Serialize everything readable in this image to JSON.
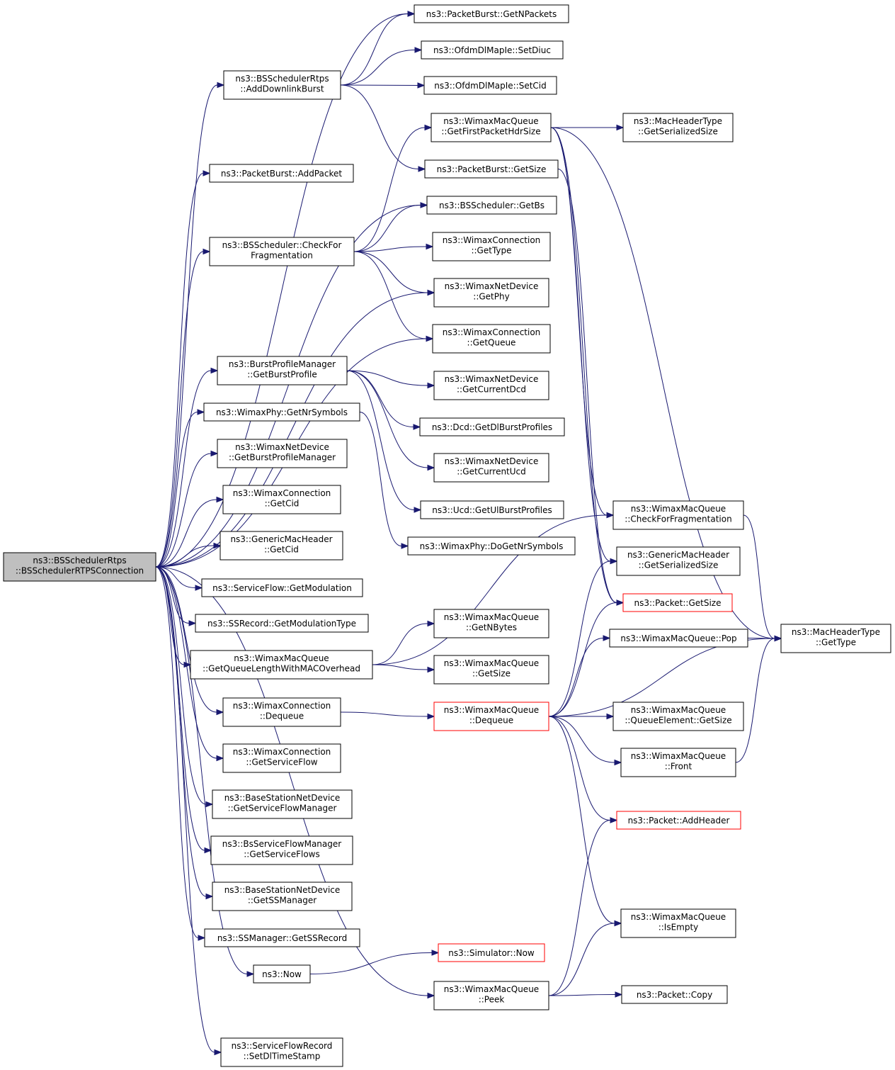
{
  "nodes": [
    {
      "id": "root",
      "lines": [
        "ns3::BSSchedulerRtps",
        "::BSSchedulerRTPSConnection"
      ],
      "root": true
    },
    {
      "id": "pb_getnpackets",
      "lines": [
        "ns3::PacketBurst::GetNPackets"
      ]
    },
    {
      "id": "rtps_adddownlinkburst",
      "lines": [
        "ns3::BSSchedulerRtps",
        "::AddDownlinkBurst"
      ]
    },
    {
      "id": "ofdm_setdiuc",
      "lines": [
        "ns3::OfdmDlMapIe::SetDiuc"
      ]
    },
    {
      "id": "ofdm_setcid",
      "lines": [
        "ns3::OfdmDlMapIe::SetCid"
      ]
    },
    {
      "id": "wmq_getfirstpackethdrsize",
      "lines": [
        "ns3::WimaxMacQueue",
        "::GetFirstPacketHdrSize"
      ]
    },
    {
      "id": "mht_getserializedsize",
      "lines": [
        "ns3::MacHeaderType",
        "::GetSerializedSize"
      ]
    },
    {
      "id": "pb_addpacket",
      "lines": [
        "ns3::PacketBurst::AddPacket"
      ]
    },
    {
      "id": "pb_getsize",
      "lines": [
        "ns3::PacketBurst::GetSize"
      ]
    },
    {
      "id": "bss_getbs",
      "lines": [
        "ns3::BSScheduler::GetBs"
      ]
    },
    {
      "id": "bss_checkforfragmentation",
      "lines": [
        "ns3::BSScheduler::CheckFor",
        "Fragmentation"
      ]
    },
    {
      "id": "wc_gettype",
      "lines": [
        "ns3::WimaxConnection",
        "::GetType"
      ]
    },
    {
      "id": "wnd_getphy",
      "lines": [
        "ns3::WimaxNetDevice",
        "::GetPhy"
      ]
    },
    {
      "id": "wc_getqueue",
      "lines": [
        "ns3::WimaxConnection",
        "::GetQueue"
      ]
    },
    {
      "id": "bpm_getburstprofile",
      "lines": [
        "ns3::BurstProfileManager",
        "::GetBurstProfile"
      ]
    },
    {
      "id": "wnd_getcurrentdcd",
      "lines": [
        "ns3::WimaxNetDevice",
        "::GetCurrentDcd"
      ]
    },
    {
      "id": "wphy_getnrsymbols",
      "lines": [
        "ns3::WimaxPhy::GetNrSymbols"
      ]
    },
    {
      "id": "dcd_getdlburstprofiles",
      "lines": [
        "ns3::Dcd::GetDlBurstProfiles"
      ]
    },
    {
      "id": "wnd_getburstprofilemanager",
      "lines": [
        "ns3::WimaxNetDevice",
        "::GetBurstProfileManager"
      ]
    },
    {
      "id": "wnd_getcurrentucd",
      "lines": [
        "ns3::WimaxNetDevice",
        "::GetCurrentUcd"
      ]
    },
    {
      "id": "wc_getcid",
      "lines": [
        "ns3::WimaxConnection",
        "::GetCid"
      ]
    },
    {
      "id": "ucd_getulburstprofiles",
      "lines": [
        "ns3::Ucd::GetUlBurstProfiles"
      ]
    },
    {
      "id": "wmq_checkforfragmentation",
      "lines": [
        "ns3::WimaxMacQueue",
        "::CheckForFragmentation"
      ]
    },
    {
      "id": "gmh_getcid",
      "lines": [
        "ns3::GenericMacHeader",
        "::GetCid"
      ]
    },
    {
      "id": "wphy_dogetnrsymbols",
      "lines": [
        "ns3::WimaxPhy::DoGetNrSymbols"
      ]
    },
    {
      "id": "gmh_getserializedsize",
      "lines": [
        "ns3::GenericMacHeader",
        "::GetSerializedSize"
      ]
    },
    {
      "id": "sf_getmodulation",
      "lines": [
        "ns3::ServiceFlow::GetModulation"
      ]
    },
    {
      "id": "packet_getsize",
      "lines": [
        "ns3::Packet::GetSize"
      ],
      "red": true
    },
    {
      "id": "ssr_getmodulationtype",
      "lines": [
        "ns3::SSRecord::GetModulationType"
      ]
    },
    {
      "id": "wmq_getnbytes",
      "lines": [
        "ns3::WimaxMacQueue",
        "::GetNBytes"
      ]
    },
    {
      "id": "wmq_pop",
      "lines": [
        "ns3::WimaxMacQueue::Pop"
      ]
    },
    {
      "id": "mht_gettype",
      "lines": [
        "ns3::MacHeaderType",
        "::GetType"
      ]
    },
    {
      "id": "wmq_getqueuelengthwithmacoverhead",
      "lines": [
        "ns3::WimaxMacQueue",
        "::GetQueueLengthWithMACOverhead"
      ]
    },
    {
      "id": "wmq_getsize",
      "lines": [
        "ns3::WimaxMacQueue",
        "::GetSize"
      ]
    },
    {
      "id": "wc_dequeue",
      "lines": [
        "ns3::WimaxConnection",
        "::Dequeue"
      ]
    },
    {
      "id": "wmq_dequeue",
      "lines": [
        "ns3::WimaxMacQueue",
        "::Dequeue"
      ],
      "red": true
    },
    {
      "id": "wmq_qe_getsize",
      "lines": [
        "ns3::WimaxMacQueue",
        "::QueueElement::GetSize"
      ]
    },
    {
      "id": "wc_getserviceflow",
      "lines": [
        "ns3::WimaxConnection",
        "::GetServiceFlow"
      ]
    },
    {
      "id": "wmq_front",
      "lines": [
        "ns3::WimaxMacQueue",
        "::Front"
      ]
    },
    {
      "id": "bsnd_getserviceflowmanager",
      "lines": [
        "ns3::BaseStationNetDevice",
        "::GetServiceFlowManager"
      ]
    },
    {
      "id": "packet_addheader",
      "lines": [
        "ns3::Packet::AddHeader"
      ],
      "red": true
    },
    {
      "id": "bsfm_getserviceflows",
      "lines": [
        "ns3::BsServiceFlowManager",
        "::GetServiceFlows"
      ]
    },
    {
      "id": "bsnd_getssmanager",
      "lines": [
        "ns3::BaseStationNetDevice",
        "::GetSSManager"
      ]
    },
    {
      "id": "wmq_isempty",
      "lines": [
        "ns3::WimaxMacQueue",
        "::IsEmpty"
      ]
    },
    {
      "id": "ssm_getssrecord",
      "lines": [
        "ns3::SSManager::GetSSRecord"
      ]
    },
    {
      "id": "sim_now",
      "lines": [
        "ns3::Simulator::Now"
      ],
      "red": true
    },
    {
      "id": "ns3_now",
      "lines": [
        "ns3::Now"
      ]
    },
    {
      "id": "wmq_peek",
      "lines": [
        "ns3::WimaxMacQueue",
        "::Peek"
      ]
    },
    {
      "id": "packet_copy",
      "lines": [
        "ns3::Packet::Copy"
      ]
    },
    {
      "id": "sfr_setdltimestamp",
      "lines": [
        "ns3::ServiceFlowRecord",
        "::SetDlTimeStamp"
      ]
    }
  ],
  "edges": [
    [
      "root",
      "pb_getnpackets"
    ],
    [
      "root",
      "rtps_adddownlinkburst"
    ],
    [
      "root",
      "pb_addpacket"
    ],
    [
      "root",
      "bss_getbs"
    ],
    [
      "root",
      "bss_checkforfragmentation"
    ],
    [
      "root",
      "wnd_getphy"
    ],
    [
      "root",
      "wc_getqueue"
    ],
    [
      "root",
      "bpm_getburstprofile"
    ],
    [
      "root",
      "wphy_getnrsymbols"
    ],
    [
      "root",
      "wnd_getburstprofilemanager"
    ],
    [
      "root",
      "wc_getcid"
    ],
    [
      "root",
      "gmh_getcid"
    ],
    [
      "root",
      "sf_getmodulation"
    ],
    [
      "root",
      "ssr_getmodulationtype"
    ],
    [
      "root",
      "wmq_getqueuelengthwithmacoverhead"
    ],
    [
      "root",
      "wc_dequeue"
    ],
    [
      "root",
      "wc_getserviceflow"
    ],
    [
      "root",
      "bsnd_getserviceflowmanager"
    ],
    [
      "root",
      "bsfm_getserviceflows"
    ],
    [
      "root",
      "bsnd_getssmanager"
    ],
    [
      "root",
      "ssm_getssrecord"
    ],
    [
      "root",
      "ns3_now"
    ],
    [
      "root",
      "wmq_peek"
    ],
    [
      "root",
      "sfr_setdltimestamp"
    ],
    [
      "rtps_adddownlinkburst",
      "pb_getnpackets"
    ],
    [
      "rtps_adddownlinkburst",
      "ofdm_setdiuc"
    ],
    [
      "rtps_adddownlinkburst",
      "ofdm_setcid"
    ],
    [
      "rtps_adddownlinkburst",
      "pb_getsize"
    ],
    [
      "bss_checkforfragmentation",
      "wmq_getfirstpackethdrsize"
    ],
    [
      "bss_checkforfragmentation",
      "bss_getbs"
    ],
    [
      "bss_checkforfragmentation",
      "wc_gettype"
    ],
    [
      "bss_checkforfragmentation",
      "wnd_getphy"
    ],
    [
      "bss_checkforfragmentation",
      "wc_getqueue"
    ],
    [
      "wmq_getfirstpackethdrsize",
      "mht_getserializedsize"
    ],
    [
      "wmq_getfirstpackethdrsize",
      "wmq_checkforfragmentation"
    ],
    [
      "wmq_getfirstpackethdrsize",
      "gmh_getserializedsize"
    ],
    [
      "wmq_getfirstpackethdrsize",
      "packet_getsize"
    ],
    [
      "wmq_getfirstpackethdrsize",
      "mht_gettype"
    ],
    [
      "pb_getsize",
      "packet_getsize"
    ],
    [
      "bpm_getburstprofile",
      "wnd_getcurrentdcd"
    ],
    [
      "bpm_getburstprofile",
      "dcd_getdlburstprofiles"
    ],
    [
      "bpm_getburstprofile",
      "wnd_getcurrentucd"
    ],
    [
      "bpm_getburstprofile",
      "ucd_getulburstprofiles"
    ],
    [
      "wphy_getnrsymbols",
      "wphy_dogetnrsymbols"
    ],
    [
      "wmq_checkforfragmentation",
      "mht_gettype"
    ],
    [
      "wmq_getqueuelengthwithmacoverhead",
      "wmq_checkforfragmentation"
    ],
    [
      "wmq_getqueuelengthwithmacoverhead",
      "wmq_getnbytes"
    ],
    [
      "wmq_getqueuelengthwithmacoverhead",
      "wmq_getsize"
    ],
    [
      "wc_dequeue",
      "wmq_dequeue"
    ],
    [
      "wmq_dequeue",
      "gmh_getserializedsize"
    ],
    [
      "wmq_dequeue",
      "packet_getsize"
    ],
    [
      "wmq_dequeue",
      "wmq_pop"
    ],
    [
      "wmq_dequeue",
      "mht_gettype"
    ],
    [
      "wmq_dequeue",
      "wmq_qe_getsize"
    ],
    [
      "wmq_dequeue",
      "wmq_front"
    ],
    [
      "wmq_dequeue",
      "packet_addheader"
    ],
    [
      "wmq_dequeue",
      "wmq_isempty"
    ],
    [
      "wmq_pop",
      "mht_gettype"
    ],
    [
      "wmq_front",
      "mht_gettype"
    ],
    [
      "ns3_now",
      "sim_now"
    ],
    [
      "wmq_peek",
      "packet_addheader"
    ],
    [
      "wmq_peek",
      "wmq_isempty"
    ],
    [
      "wmq_peek",
      "packet_copy"
    ]
  ]
}
